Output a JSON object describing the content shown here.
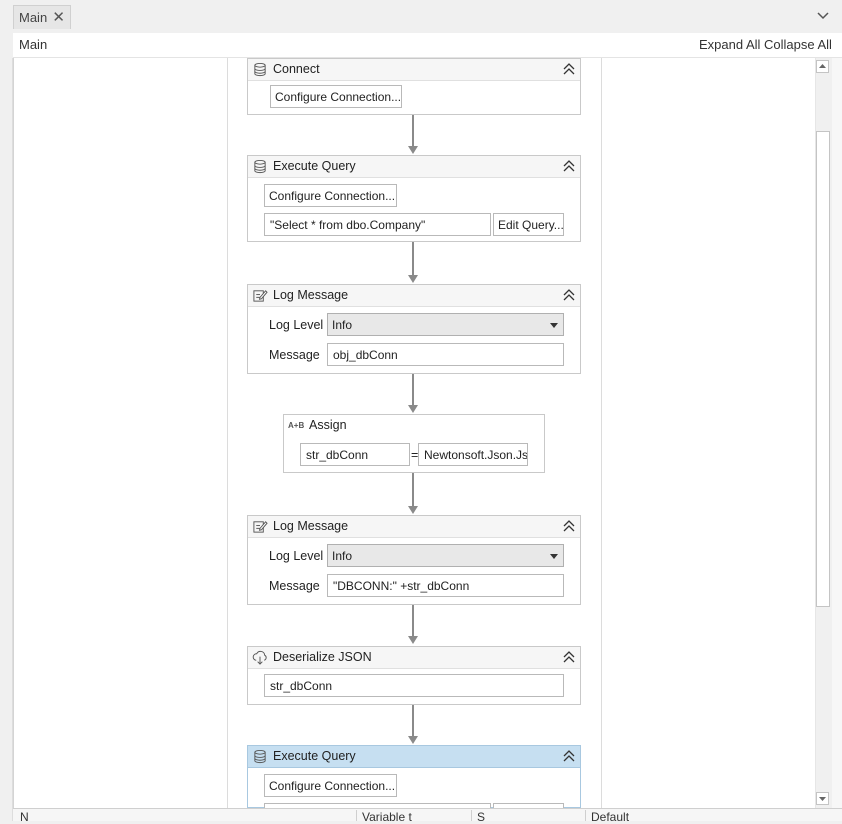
{
  "tab": {
    "title": "Main"
  },
  "breadcrumb": "Main",
  "header": {
    "expand_all": "Expand All",
    "collapse_all": "Collapse All"
  },
  "activities": {
    "connect": {
      "name": "Connect",
      "configure": "Configure Connection..."
    },
    "execute_query_1": {
      "name": "Execute Query",
      "configure": "Configure Connection...",
      "query": "\"Select * from dbo.Company\"",
      "edit_query": "Edit Query..."
    },
    "log_message_1": {
      "name": "Log Message",
      "log_level_label": "Log Level",
      "log_level_value": "Info",
      "message_label": "Message",
      "message_value": "obj_dbConn"
    },
    "assign": {
      "name": "Assign",
      "icon_text": "A+B",
      "to": "str_dbConn",
      "equals": "=",
      "value": "Newtonsoft.Json.Js"
    },
    "log_message_2": {
      "name": "Log Message",
      "log_level_label": "Log Level",
      "log_level_value": "Info",
      "message_label": "Message",
      "message_value": "\"DBCONN:\" +str_dbConn"
    },
    "deserialize_json": {
      "name": "Deserialize JSON",
      "input": "str_dbConn"
    },
    "execute_query_2": {
      "name": "Execute Query",
      "configure": "Configure Connection..."
    }
  },
  "footer": {
    "columns": [
      "N",
      "Variable t",
      "S",
      "Default"
    ]
  },
  "icons": [
    "close-icon",
    "chevron-down-icon",
    "database-icon",
    "log-message-icon",
    "assign-icon",
    "deserialize-json-icon",
    "collapse-icon"
  ],
  "colors": {
    "selected_header": "#c6dff1",
    "connector": "#8a8a8a"
  }
}
